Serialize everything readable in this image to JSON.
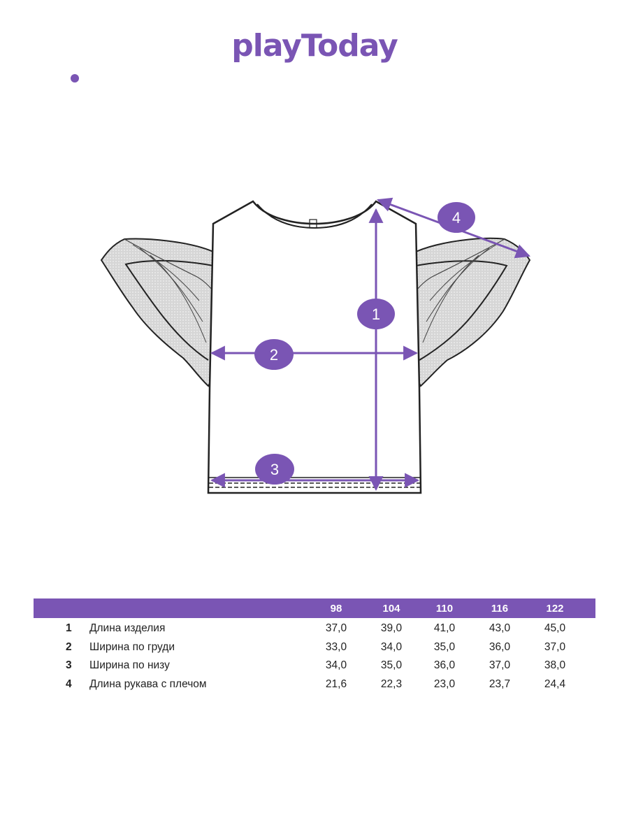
{
  "brand": {
    "logo_text": "playToday",
    "accent_color": "#7a55b4"
  },
  "diagram": {
    "markers": [
      "1",
      "2",
      "3",
      "4"
    ]
  },
  "table": {
    "sizes": [
      "98",
      "104",
      "110",
      "116",
      "122"
    ],
    "rows": [
      {
        "num": "1",
        "label": "Длина изделия",
        "values": [
          "37,0",
          "39,0",
          "41,0",
          "43,0",
          "45,0"
        ]
      },
      {
        "num": "2",
        "label": "Ширина по груди",
        "values": [
          "33,0",
          "34,0",
          "35,0",
          "36,0",
          "37,0"
        ]
      },
      {
        "num": "3",
        "label": "Ширина по низу",
        "values": [
          "34,0",
          "35,0",
          "36,0",
          "37,0",
          "38,0"
        ]
      },
      {
        "num": "4",
        "label": "Длина рукава с плечом",
        "values": [
          "21,6",
          "22,3",
          "23,0",
          "23,7",
          "24,4"
        ]
      }
    ]
  }
}
